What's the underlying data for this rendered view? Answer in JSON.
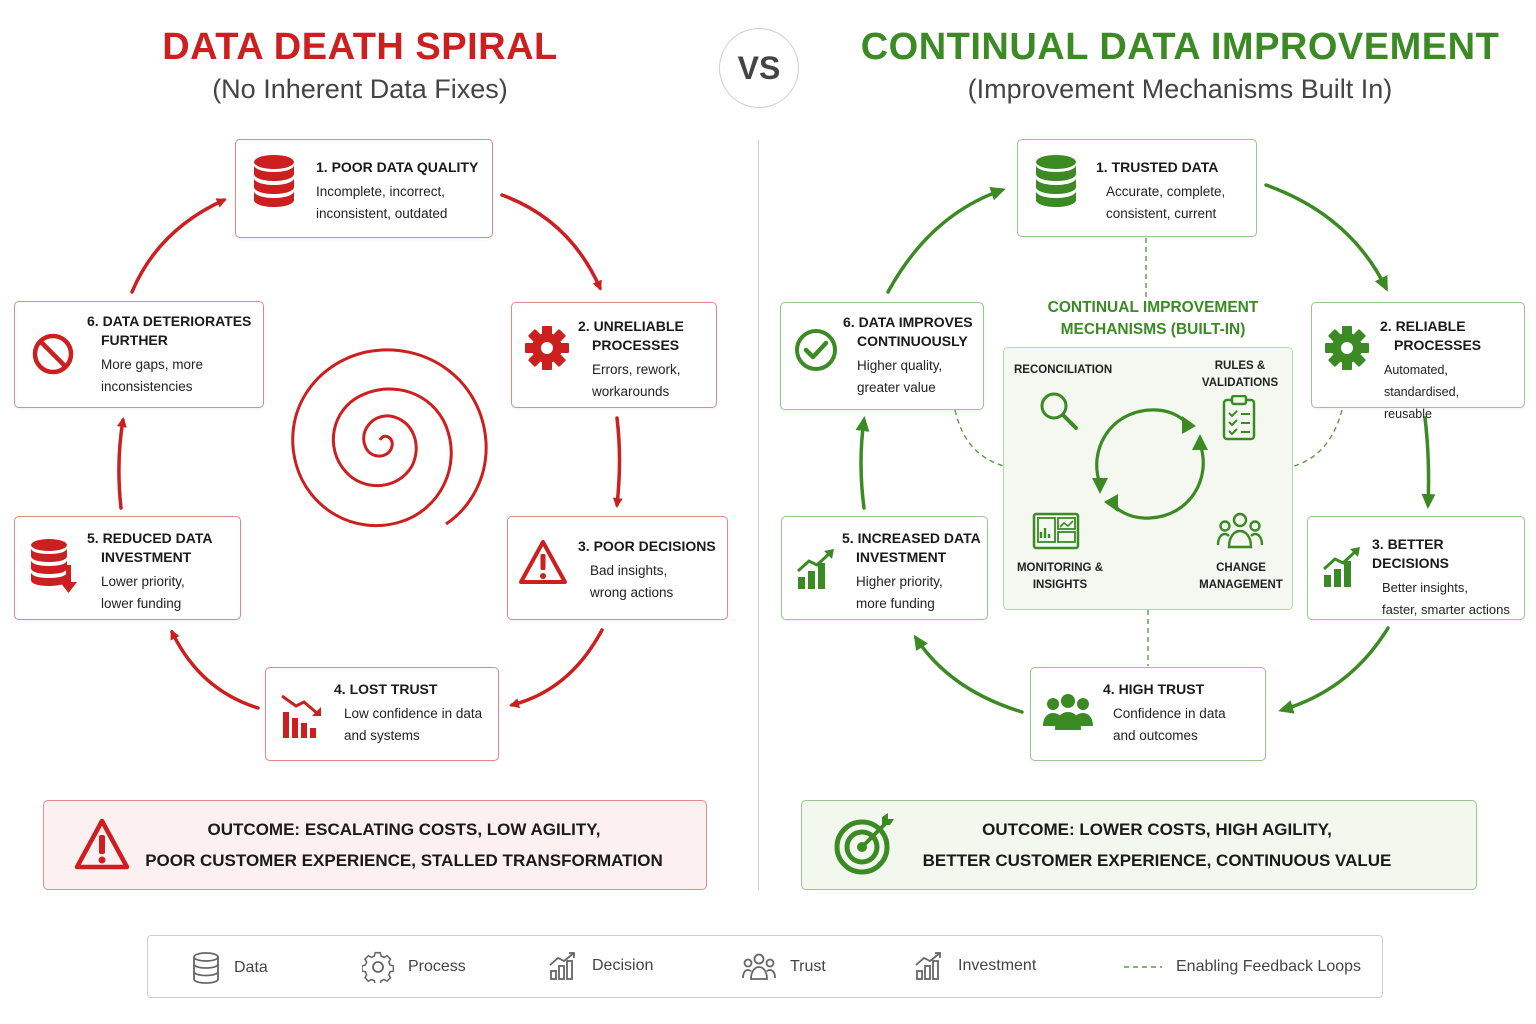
{
  "left": {
    "title": "DATA DEATH SPIRAL",
    "subtitle": "(No Inherent Data Fixes)",
    "accent": "#cc1f1f",
    "cards": [
      {
        "title": "1.  POOR DATA QUALITY",
        "desc1": "Incomplete, incorrect,",
        "desc2": "inconsistent, outdated",
        "icon": "database-icon"
      },
      {
        "title": "2.  UNRELIABLE",
        "title2": "PROCESSES",
        "desc1": "Errors, rework,",
        "desc2": "workarounds",
        "icon": "gear-icon"
      },
      {
        "title": "3.  POOR DECISIONS",
        "desc1": "Bad insights,",
        "desc2": "wrong actions",
        "icon": "warning-icon"
      },
      {
        "title": "4.  LOST TRUST",
        "desc1": "Low confidence in data",
        "desc2": "and systems",
        "icon": "declining-chart-icon"
      },
      {
        "title": "5.  REDUCED DATA",
        "title2": "INVESTMENT",
        "desc1": "Lower priority,",
        "desc2": "lower funding",
        "icon": "database-down-icon"
      },
      {
        "title": "6.  DATA DETERIORATES",
        "title2": "FURTHER",
        "desc1": "More gaps, more",
        "desc2": "inconsistencies",
        "icon": "prohibited-icon"
      }
    ],
    "outcome": {
      "line1": "OUTCOME: ESCALATING COSTS, LOW AGILITY,",
      "line2": "POOR CUSTOMER EXPERIENCE, STALLED TRANSFORMATION",
      "icon": "warning-icon"
    }
  },
  "vs": "VS",
  "right": {
    "title": "CONTINUAL DATA IMPROVEMENT",
    "subtitle": "(Improvement Mechanisms Built In)",
    "accent": "#3b8a24",
    "cards": [
      {
        "title": "1.  TRUSTED DATA",
        "desc1": "Accurate, complete,",
        "desc2": "consistent, current",
        "icon": "database-icon"
      },
      {
        "title": "2.  RELIABLE",
        "title2": "PROCESSES",
        "desc1": "Automated, standardised,",
        "desc2": "reusable",
        "icon": "gear-icon"
      },
      {
        "title": "3.  BETTER DECISIONS",
        "desc1": "Better insights,",
        "desc2": "faster, smarter actions",
        "icon": "growth-chart-icon"
      },
      {
        "title": "4.  HIGH TRUST",
        "desc1": "Confidence in data",
        "desc2": "and outcomes",
        "icon": "people-icon"
      },
      {
        "title": "5.  INCREASED DATA",
        "title2": "INVESTMENT",
        "desc1": "Higher priority,",
        "desc2": "more funding",
        "icon": "growth-chart-icon"
      },
      {
        "title": "6.  DATA IMPROVES",
        "title2": "CONTINUOUSLY",
        "desc1": "Higher quality,",
        "desc2": "greater value",
        "icon": "check-circle-icon"
      }
    ],
    "mechanisms": {
      "title1": "CONTINUAL IMPROVEMENT",
      "title2": "MECHANISMS (BUILT-IN)",
      "reconciliation": "RECONCILIATION",
      "rules1": "RULES &",
      "rules2": "VALIDATIONS",
      "monitoring1": "MONITORING &",
      "monitoring2": "INSIGHTS",
      "change1": "CHANGE",
      "change2": "MANAGEMENT"
    },
    "outcome": {
      "line1": "OUTCOME: LOWER COSTS, HIGH AGILITY,",
      "line2": "BETTER CUSTOMER EXPERIENCE, CONTINUOUS VALUE",
      "icon": "target-icon"
    }
  },
  "legend": [
    {
      "label": "Data",
      "icon": "database-icon"
    },
    {
      "label": "Process",
      "icon": "gear-icon"
    },
    {
      "label": "Decision",
      "icon": "chart-icon"
    },
    {
      "label": "Trust",
      "icon": "people-icon"
    },
    {
      "label": "Investment",
      "icon": "chart-icon"
    },
    {
      "label": "Enabling Feedback Loops",
      "icon": "dashed-line-icon"
    }
  ]
}
